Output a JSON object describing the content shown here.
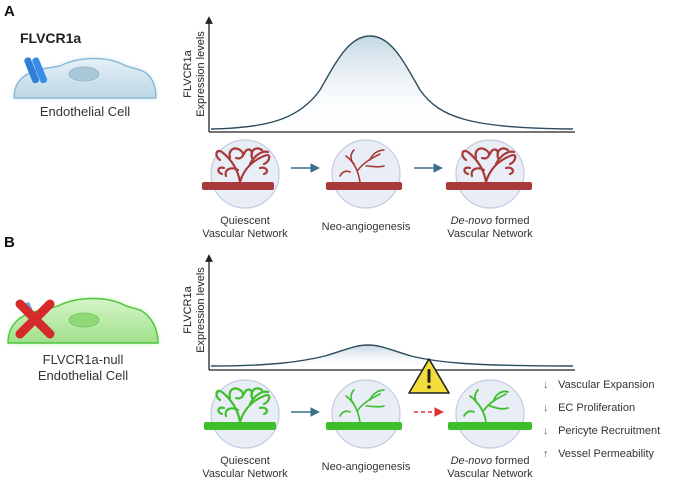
{
  "colors": {
    "healthy_vessel": "#a83a3a",
    "null_vessel": "#3fbe2c",
    "endothelial_cell": "#cfe3ee",
    "null_cell": "#b9eaa6",
    "receptor": "#2f7fd6",
    "knockout_x": "#d42a2a",
    "flow_arrow": "#3b6f8a",
    "warning": "#f3dd3a",
    "dashed_arrow": "#e03030"
  },
  "panel_a": {
    "letter": "A",
    "gene": "FLVCR1a",
    "cell_label": "Endothelial Cell",
    "ylabel_line1": "FLVCR1a",
    "ylabel_line2": "Expression levels",
    "stages": [
      {
        "line1": "Quiescent",
        "line2": "Vascular Network"
      },
      {
        "line1": "Neo-angiogenesis",
        "line2": ""
      },
      {
        "line1_italic": "De-novo",
        "line1_rest": " formed",
        "line2": "Vascular Network"
      }
    ]
  },
  "panel_b": {
    "letter": "B",
    "cell_label_line1": "FLVCR1a-null",
    "cell_label_line2": "Endothelial Cell",
    "ylabel_line1": "FLVCR1a",
    "ylabel_line2": "Expression levels",
    "warning_icon": "warning-triangle-icon",
    "stages": [
      {
        "line1": "Quiescent",
        "line2": "Vascular Network"
      },
      {
        "line1": "Neo-angiogenesis",
        "line2": ""
      },
      {
        "line1_italic": "De-novo",
        "line1_rest": " formed",
        "line2": "Vascular Network"
      }
    ],
    "effects": [
      {
        "direction": "down",
        "arrow": "↓",
        "label": "Vascular Expansion"
      },
      {
        "direction": "down",
        "arrow": "↓",
        "label": "EC Proliferation"
      },
      {
        "direction": "down",
        "arrow": "↓",
        "label": "Pericyte Recruitment"
      },
      {
        "direction": "up",
        "arrow": "↑",
        "label": "Vessel Permeability"
      }
    ]
  }
}
